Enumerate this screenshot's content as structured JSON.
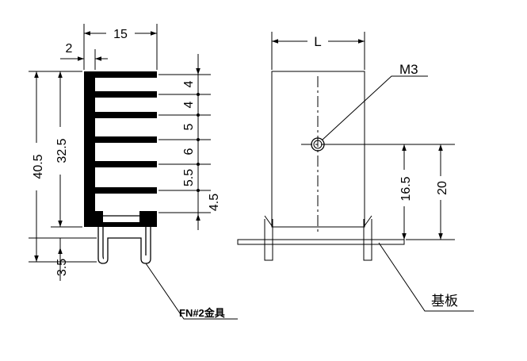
{
  "left_view": {
    "dims": {
      "width": "15",
      "base": "2",
      "overall_height": "40.5",
      "body_height": "32.5",
      "clip_height": "3.5",
      "pitches": [
        "4",
        "4",
        "5",
        "6",
        "5.5",
        "4.5"
      ]
    },
    "clip_label": "FN#2金具"
  },
  "right_view": {
    "width_label": "L",
    "hole_label": "M3",
    "hole_height": "16.5",
    "plate_height": "20",
    "board_label": "基板"
  }
}
